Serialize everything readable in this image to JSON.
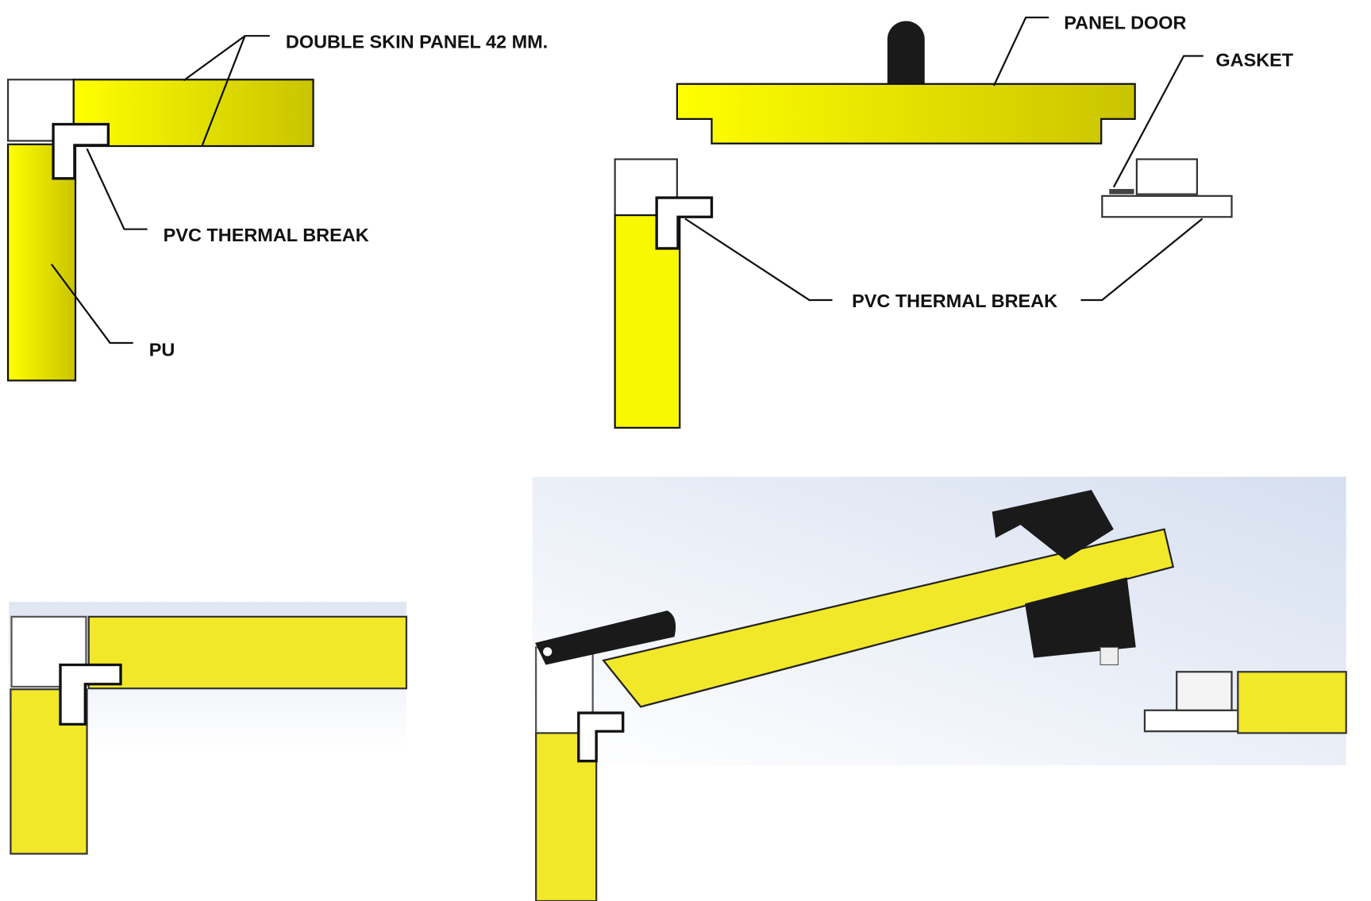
{
  "labels": {
    "double_skin_panel": "DOUBLE SKIN PANEL 42 MM.",
    "pvc_thermal_break_left": "PVC THERMAL BREAK",
    "pu": "PU",
    "panel_door": "PANEL DOOR",
    "gasket": "GASKET",
    "pvc_thermal_break_right": "PVC THERMAL BREAK"
  },
  "colors": {
    "panel_yellow": "#f5f500",
    "panel_yellow_dark": "#c8c800",
    "render_yellow": "#f2e82a",
    "handle": "#1a1a1a"
  }
}
